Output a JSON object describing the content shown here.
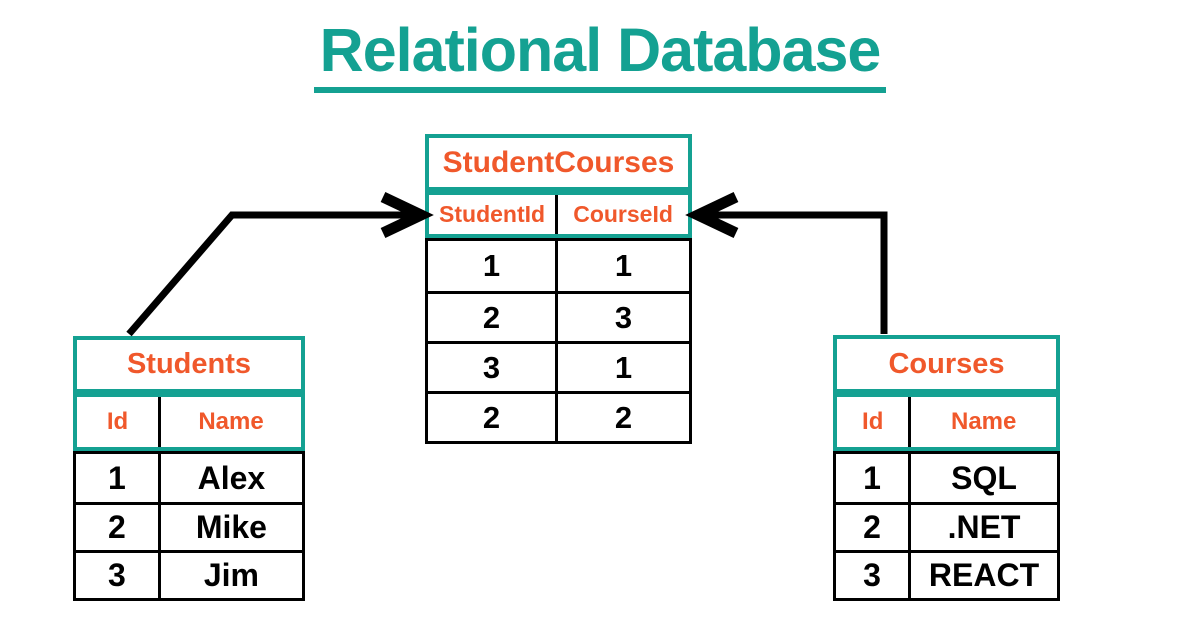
{
  "title": "Relational Database",
  "colors": {
    "teal": "#14A192",
    "orange": "#F0582B",
    "line": "#000000",
    "background": "#FFFFFF"
  },
  "tables": {
    "student_courses": {
      "title": "StudentCourses",
      "headers": [
        "StudentId",
        "CourseId"
      ],
      "rows": [
        [
          "1",
          "1"
        ],
        [
          "2",
          "3"
        ],
        [
          "3",
          "1"
        ],
        [
          "2",
          "2"
        ]
      ]
    },
    "students": {
      "title": "Students",
      "headers": [
        "Id",
        "Name"
      ],
      "rows": [
        [
          "1",
          "Alex"
        ],
        [
          "2",
          "Mike"
        ],
        [
          "3",
          "Jim"
        ]
      ]
    },
    "courses": {
      "title": "Courses",
      "headers": [
        "Id",
        "Name"
      ],
      "rows": [
        [
          "1",
          "SQL"
        ],
        [
          "2",
          ".NET"
        ],
        [
          "3",
          "REACT"
        ]
      ]
    }
  },
  "arrows": [
    {
      "name": "students-to-studentcourses",
      "from": "Students",
      "to": "StudentCourses"
    },
    {
      "name": "courses-to-studentcourses",
      "from": "Courses",
      "to": "StudentCourses"
    }
  ]
}
